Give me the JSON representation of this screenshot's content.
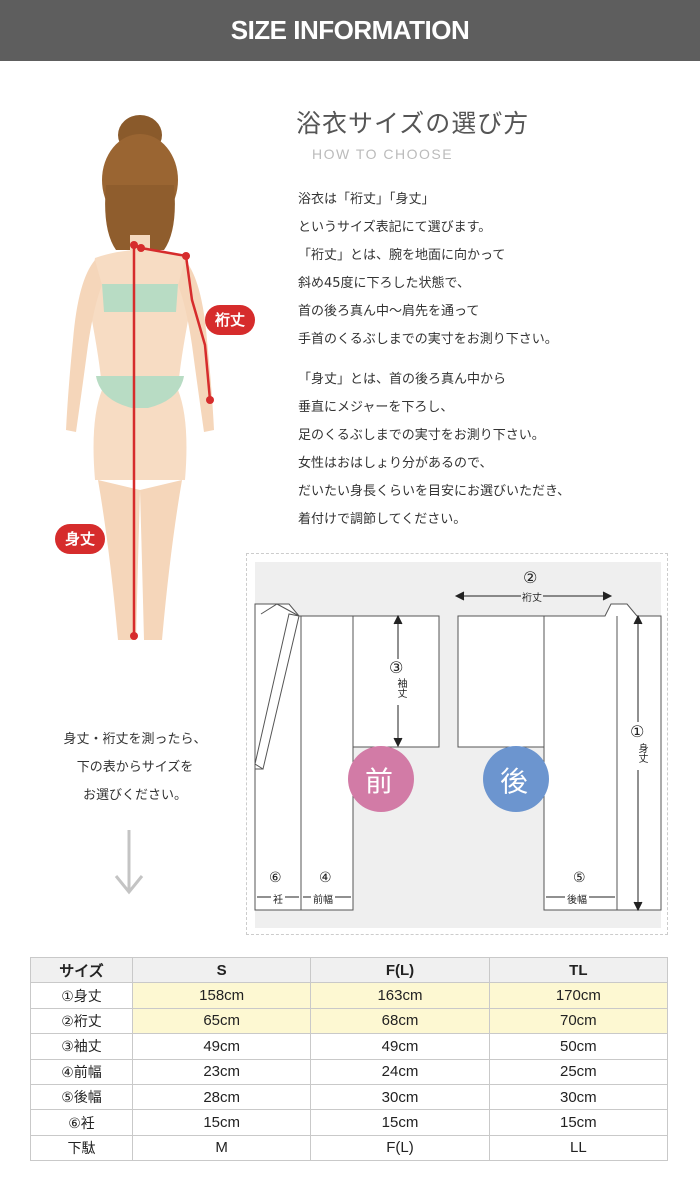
{
  "header": {
    "title": "SIZE INFORMATION"
  },
  "section": {
    "title": "浴衣サイズの選び方",
    "subtitle": "HOW TO CHOOSE",
    "paragraph1": [
      "浴衣は「裄丈」「身丈」",
      "というサイズ表記にて選びます。",
      "「裄丈」とは、腕を地面に向かって",
      "斜め45度に下ろした状態で、",
      "首の後ろ真ん中〜肩先を通って",
      "手首のくるぶしまでの実寸をお測り下さい。"
    ],
    "paragraph2": [
      "「身丈」とは、首の後ろ真ん中から",
      "垂直にメジャーを下ろし、",
      "足のくるぶしまでの実寸をお測り下さい。",
      "女性はおはしょり分があるので、",
      "だいたい身長くらいを目安にお選びいただき、",
      "着付けで調節してください。"
    ]
  },
  "figure": {
    "label_yuki": "裄丈",
    "label_mitake": "身丈"
  },
  "measure_note": [
    "身丈・裄丈を測ったら、",
    "下の表からサイズを",
    "お選びください。"
  ],
  "diagram": {
    "front_label": "前",
    "back_label": "後",
    "m1": "①",
    "m1_name": "身丈",
    "m2": "②",
    "m2_name": "裄丈",
    "m3": "③",
    "m3_name": "袖丈",
    "m4": "④",
    "m4_name": "前幅",
    "m5": "⑤",
    "m5_name": "後幅",
    "m6": "⑥",
    "m6_name": "衽",
    "front_color": "#d27ba6",
    "back_color": "#6c95cf"
  },
  "table": {
    "headers": [
      "サイズ",
      "S",
      "F(L)",
      "TL"
    ],
    "rows": [
      {
        "label": "①身丈",
        "values": [
          "158cm",
          "163cm",
          "170cm"
        ]
      },
      {
        "label": "②裄丈",
        "values": [
          "65cm",
          "68cm",
          "70cm"
        ]
      },
      {
        "label": "③袖丈",
        "values": [
          "49cm",
          "49cm",
          "50cm"
        ]
      },
      {
        "label": "④前幅",
        "values": [
          "23cm",
          "24cm",
          "25cm"
        ]
      },
      {
        "label": "⑤後幅",
        "values": [
          "28cm",
          "30cm",
          "30cm"
        ]
      },
      {
        "label": "⑥衽",
        "values": [
          "15cm",
          "15cm",
          "15cm"
        ]
      },
      {
        "label": "下駄",
        "values": [
          "M",
          "F(L)",
          "LL"
        ]
      }
    ],
    "highlight_color": "#fdf8d2"
  },
  "colors": {
    "header_bg": "#5e5e5e",
    "badge": "#d62c2c"
  }
}
